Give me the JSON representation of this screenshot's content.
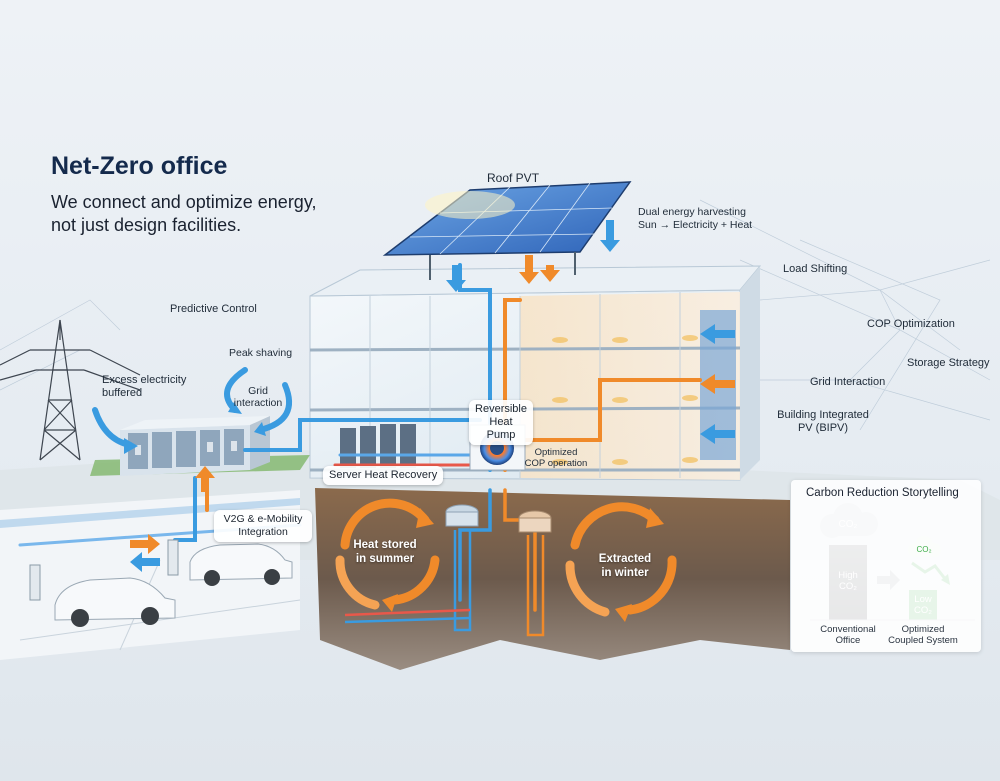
{
  "headline": "Net-Zero office",
  "tagline": {
    "line1": "We connect and optimize energy,",
    "line2": "not just design facilities."
  },
  "roof": {
    "title": "Roof PVT",
    "dual_line1": "Dual energy harvesting",
    "dual_line2": "Sun → Electricity + Heat"
  },
  "left_labels": {
    "predictive_control": "Predictive Control",
    "peak_shaving": "Peak shaving",
    "grid_line1": "Grid",
    "grid_line2": "interaction",
    "excess_line1": "Excess electricity",
    "excess_line2": "buffered"
  },
  "right_labels": {
    "load_shifting": "Load Shifting",
    "cop_optimization": "COP Optimization",
    "storage_strategy": "Storage Strategy",
    "grid_interaction": "Grid Interaction",
    "bipv_line1": "Building Integrated",
    "bipv_line2": "PV (BIPV)"
  },
  "heat_pump": {
    "line1": "Reversible",
    "line2": "Heat Pump",
    "cop_line1": "Optimized",
    "cop_line2": "COP operation"
  },
  "server_label": "Server Heat Recovery",
  "v2g": {
    "line1": "V2G & e-Mobility",
    "line2": "Integration"
  },
  "ground": {
    "summer_line1": "Heat stored",
    "summer_line2": "in summer",
    "winter_line1": "Extracted",
    "winter_line2": "in winter"
  },
  "carbon": {
    "title": "Carbon Reduction Storytelling",
    "cloud_text": "CO₂",
    "small_cloud_text": "CO₂",
    "high_line1": "High",
    "high_line2": "CO₂",
    "low_line1": "Low",
    "low_line2": "CO₂",
    "conv_line1": "Conventional",
    "conv_line2": "Office",
    "opt_line1": "Optimized",
    "opt_line2": "Coupled System"
  },
  "colors": {
    "cool_flow": "#3a9be0",
    "heat_flow": "#f08a2a",
    "high_bar": "#555a5e",
    "low_bar": "#3fae4a",
    "title": "#142a4c"
  }
}
